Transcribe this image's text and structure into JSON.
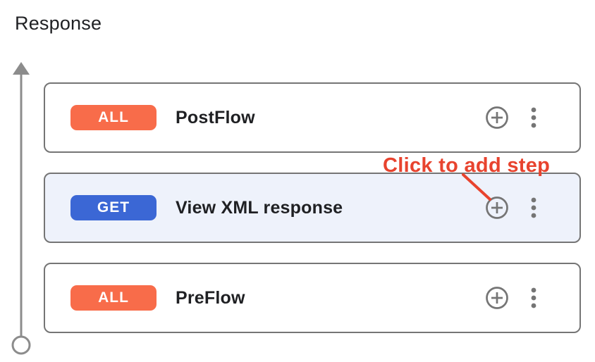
{
  "page": {
    "title": "Response"
  },
  "annotation": {
    "text": "Click to add step",
    "color": "#e8432e"
  },
  "rail": {
    "color": "#8c8c8c"
  },
  "card_border_color": "#757575",
  "icon_color": "#757575",
  "flows": [
    {
      "method": "ALL",
      "method_color": "#f86c4a",
      "label": "PostFlow",
      "row_bg": "#ffffff"
    },
    {
      "method": "GET",
      "method_color": "#3b67d5",
      "label": "View XML response",
      "row_bg": "#eef2fb"
    },
    {
      "method": "ALL",
      "method_color": "#f86c4a",
      "label": "PreFlow",
      "row_bg": "#ffffff"
    }
  ],
  "icons": {
    "add_step": "plus-circle-icon",
    "more": "kebab-menu-icon",
    "rail_arrow": "up-arrow-icon",
    "rail_end": "circle-terminal-icon"
  }
}
